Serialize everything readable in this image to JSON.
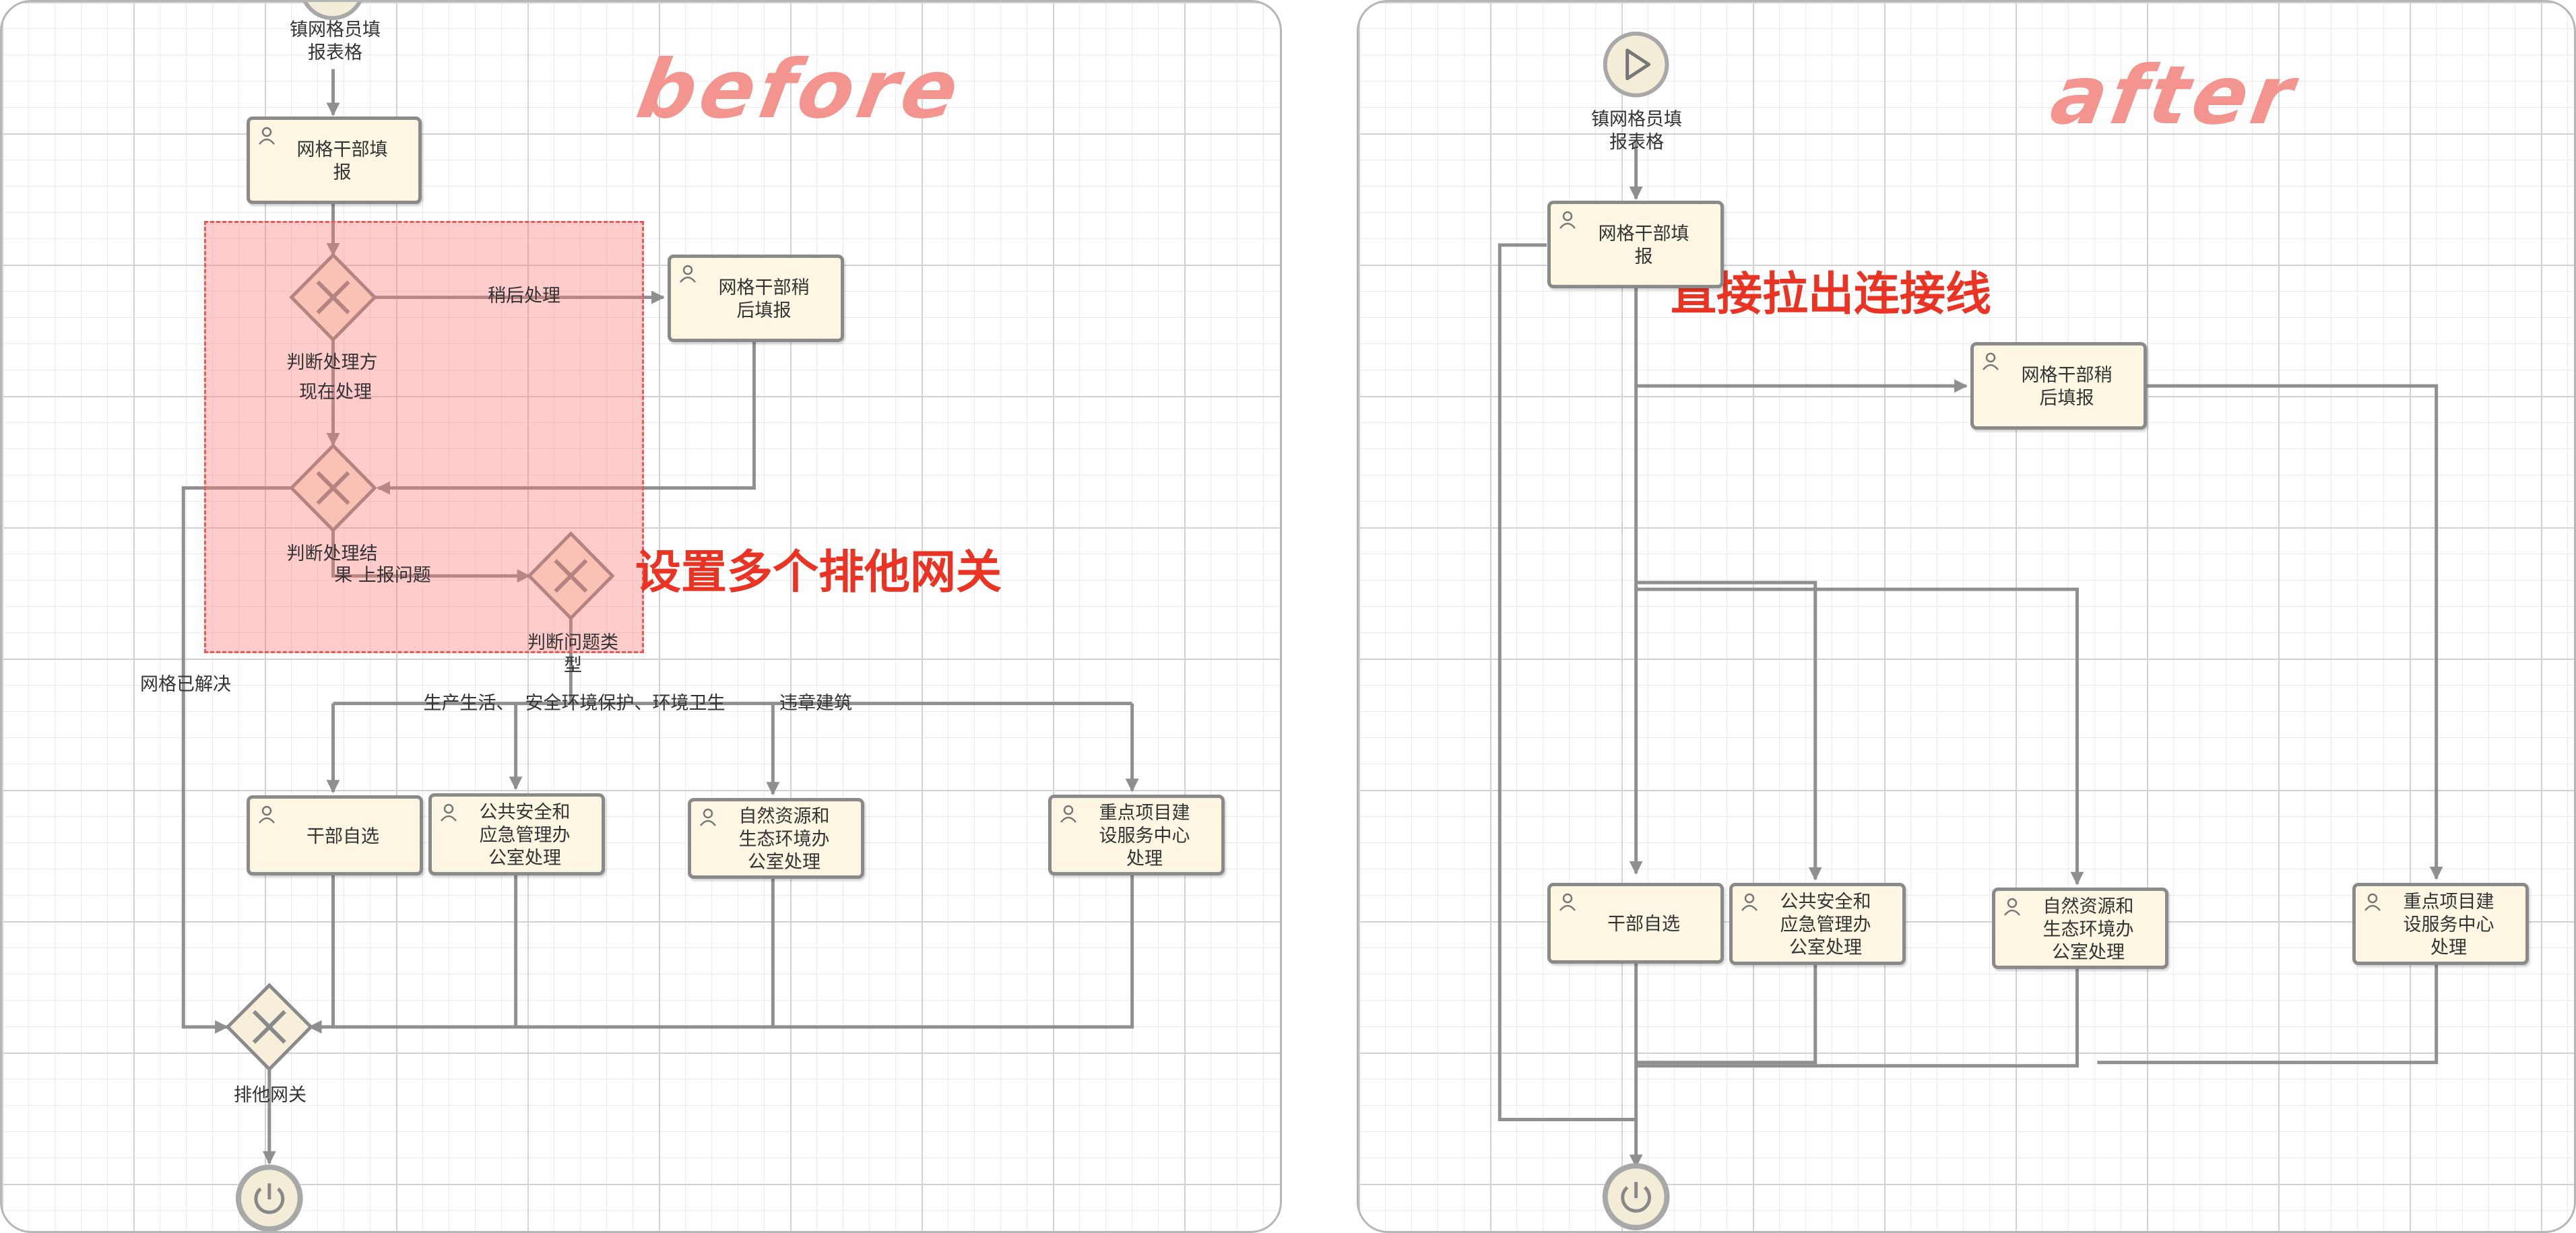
{
  "before": {
    "title": "before",
    "note": "设置多个排他网关",
    "start_label": "镇网格员填\n报表格",
    "tasks": {
      "grid_report": "网格干部填\n报",
      "later_report": "网格干部稍\n后填报",
      "self_select": "干部自选",
      "public_safety": "公共安全和\n应急管理办\n公室处理",
      "natural_resources": "自然资源和\n生态环境办\n公室处理",
      "key_project": "重点项目建\n设服务中心\n处理"
    },
    "gateways": {
      "judge_method": "判断处理方",
      "judge_result": "判断处理结",
      "judge_type": "判断问题类\n型",
      "exclusive": "排他网关"
    },
    "flows": {
      "later": "稍后处理",
      "now": "现在处理",
      "resolved": "网格已解决",
      "report_up": "果  上报问题",
      "production": "生产生活、",
      "safety_env": "安全环境保护、环境卫生",
      "illegal_building": "违章建筑"
    }
  },
  "after": {
    "title": "after",
    "note": "直接拉出连接线",
    "start_label": "镇网格员填\n报表格",
    "tasks": {
      "grid_report": "网格干部填\n报",
      "later_report": "网格干部稍\n后填报",
      "self_select": "干部自选",
      "public_safety": "公共安全和\n应急管理办\n公室处理",
      "natural_resources": "自然资源和\n生态环境办\n公室处理",
      "key_project": "重点项目建\n设服务中心\n处理"
    }
  },
  "colors": {
    "title": "#f4948f",
    "note": "#ea3323",
    "task_fill": "#fdf6e3",
    "stroke": "#8a8a8a",
    "selection": "#ff7878"
  }
}
